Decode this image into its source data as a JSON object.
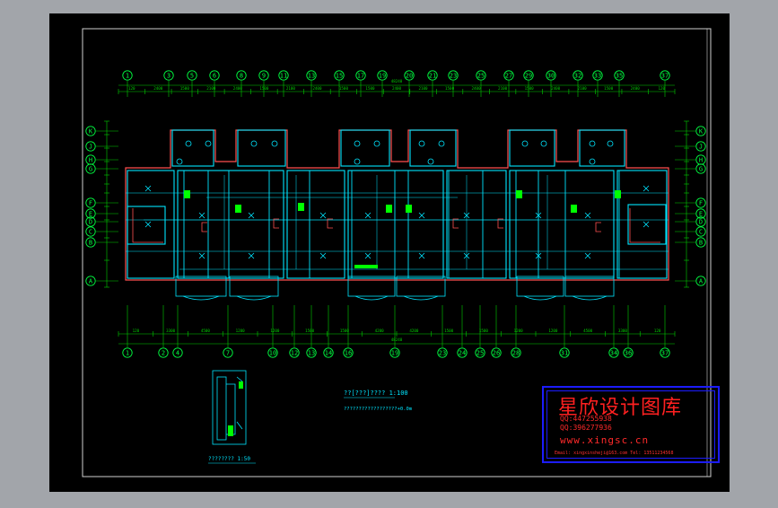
{
  "colors": {
    "background": "#000000",
    "frame": "#cfcfcf",
    "grid": "#00ff40",
    "walls": "#00e5ff",
    "outline": "#ff5050",
    "dims": "#00d000",
    "fixtures": "#00ff00",
    "watermark": "#ff2020",
    "watermark_border": "#1c1cff"
  },
  "top_axes": [
    "1",
    "3",
    "5",
    "6",
    "8",
    "9",
    "11",
    "13",
    "15",
    "17",
    "19",
    "20",
    "21",
    "23",
    "25",
    "27",
    "29",
    "30",
    "32",
    "33",
    "35",
    "37"
  ],
  "bottom_axes": [
    "1",
    "2",
    "4",
    "7",
    "10",
    "12",
    "13",
    "14",
    "16",
    "19",
    "23",
    "24",
    "25",
    "26",
    "28",
    "31",
    "34",
    "36",
    "37"
  ],
  "left_axes": [
    "K",
    "J",
    "H",
    "G",
    "F",
    "E",
    "D",
    "C",
    "B",
    "A"
  ],
  "right_axes": [
    "K",
    "J",
    "H",
    "G",
    "F",
    "E",
    "D",
    "C",
    "B",
    "A"
  ],
  "top_dims": [
    "120",
    "2400",
    "1500",
    "2100",
    "2400",
    "1500",
    "2100",
    "2400",
    "1500",
    "1500",
    "2400",
    "2100",
    "1500",
    "2400",
    "2100",
    "1500",
    "2400",
    "2100",
    "1500",
    "2400",
    "120"
  ],
  "top_total": "48240",
  "bottom_dims": [
    "120",
    "3300",
    "4500",
    "1200",
    "1200",
    "1500",
    "1500",
    "4200",
    "4200",
    "1500",
    "1500",
    "1200",
    "1200",
    "4500",
    "3300",
    "120"
  ],
  "bottom_total": "48240",
  "notes": {
    "line1": "??[???]???? 1:100",
    "line2": "??????????????????+0.0m"
  },
  "stair_title": "???????? 1:50",
  "watermark": {
    "title": "星欣设计图库",
    "qq1": "QQ:447255938",
    "qq2": "QQ:396277936",
    "url": "www.xingsc.cn",
    "footer": "Email: xingxinsheji@163.com    Tel: 13511234568"
  }
}
